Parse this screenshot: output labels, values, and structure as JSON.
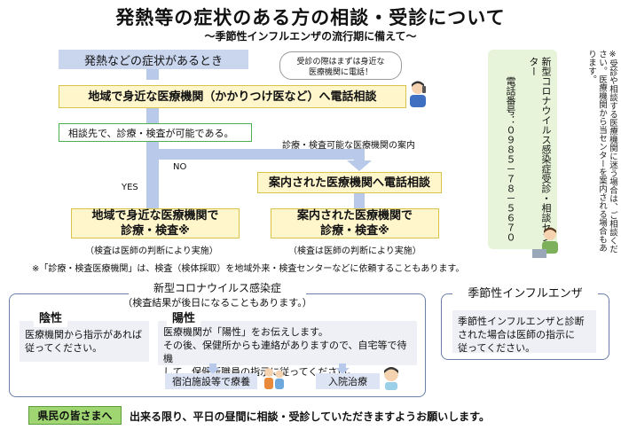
{
  "header": {
    "title": "発熱等の症状のある方の相談・受診について",
    "subtitle": "～季節性インフルエンザの流行期に備えて～"
  },
  "flow": {
    "step_symptom": "発熱などの症状があるとき",
    "bubble": [
      "受診の際はまずは身近な",
      "医療機関に電話！"
    ],
    "step_call": "地域で身近な医療機関（かかりつけ医など）へ電話相談",
    "step_possible": "相談先で、診療・検査が可能である。",
    "guide_label": "診療・検査可能な医療機関の案内",
    "no_label": "NO",
    "yes_label": "YES",
    "step_guided_call": "案内された医療機関へ電話相談",
    "left_result": [
      "地域で身近な医療機関で",
      "診療・検査※"
    ],
    "right_result": [
      "案内された医療機関で",
      "診療・検査※"
    ],
    "left_note": "（検査は医師の判断により実施）",
    "right_note": "（検査は医師の判断により実施）",
    "footnote": "※「診療・検査医療機関」は、検査（検体採取）を地域外来・検査センターなどに依頼することもあります。"
  },
  "side_panel": {
    "center_name": "新型コロナウイルス感染症受診・相談センター",
    "phone": "電話番号：０９８５－７８－５６７０",
    "note": "※受診や相談する医療機関に迷う場合は、ご相談ください。医療機関から当センターを案内される場合もあります。"
  },
  "covid_section": {
    "heading": "新型コロナウイルス感染症",
    "subheading": "（検査結果が後日になることもあります。）",
    "negative_label": "陰性",
    "negative_text": [
      "医療機関から指示があれば",
      "従ってください。"
    ],
    "positive_label": "陽性",
    "positive_text": [
      "医療機関が「陽性」をお伝えします。",
      "その後、保健所からも連絡がありますので、自宅等で待機",
      "して、保健所職員の指示に従ってください。"
    ],
    "hotel_label": "宿泊施設等で療養",
    "hospital_label": "入院治療"
  },
  "flu_section": {
    "heading": "季節性インフルエンザ",
    "text": [
      "季節性インフルエンザと診断",
      "された場合は医師の指示に",
      "従ってください。"
    ]
  },
  "footer": {
    "tag": "県民の皆さまへ",
    "message": "出来る限り、平日の昼間に相談・受診していただきますようお願いします。"
  },
  "colors": {
    "flow_blue": "#c9d6ee",
    "result_yellow": "#fff6cc",
    "panel_green": "#e7f4d9",
    "footer_green": "#9fd672"
  }
}
